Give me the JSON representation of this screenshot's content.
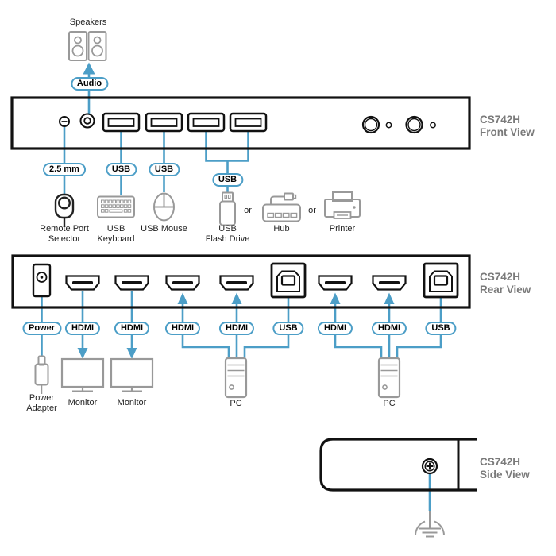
{
  "device_model": "CS742H",
  "colors": {
    "cable_blue": "#4C9EC7",
    "outline_black": "#111111",
    "icon_gray": "#999999",
    "view_label_gray": "#7a7a7a"
  },
  "front_section": {
    "view_label_line1": "CS742H",
    "view_label_line2": "Front View",
    "speakers_label": "Speakers",
    "audio_pill": "Audio",
    "pill_remote": "2.5 mm",
    "pill_usb_keyboard": "USB",
    "pill_usb_mouse": "USB",
    "pill_usb_shared": "USB",
    "labels": {
      "remote_line1": "Remote Port",
      "remote_line2": "Selector",
      "keyboard_line1": "USB",
      "keyboard_line2": "Keyboard",
      "mouse": "USB Mouse",
      "flash_line1": "USB",
      "flash_line2": "Flash Drive",
      "or1": "or",
      "hub": "Hub",
      "or2": "or",
      "printer": "Printer"
    }
  },
  "rear_section": {
    "view_label_line1": "CS742H",
    "view_label_line2": "Rear View",
    "pill_power": "Power",
    "pill_hdmi1": "HDMI",
    "pill_hdmi2": "HDMI",
    "pill_hdmi3": "HDMI",
    "pill_hdmi4": "HDMI",
    "pill_usb1": "USB",
    "pill_hdmi5": "HDMI",
    "pill_hdmi6": "HDMI",
    "pill_usb2": "USB",
    "labels": {
      "power_adapter_line1": "Power",
      "power_adapter_line2": "Adapter",
      "monitor1": "Monitor",
      "monitor2": "Monitor",
      "pc1": "PC",
      "pc2": "PC"
    }
  },
  "side_section": {
    "view_label_line1": "CS742H",
    "view_label_line2": "Side View"
  }
}
